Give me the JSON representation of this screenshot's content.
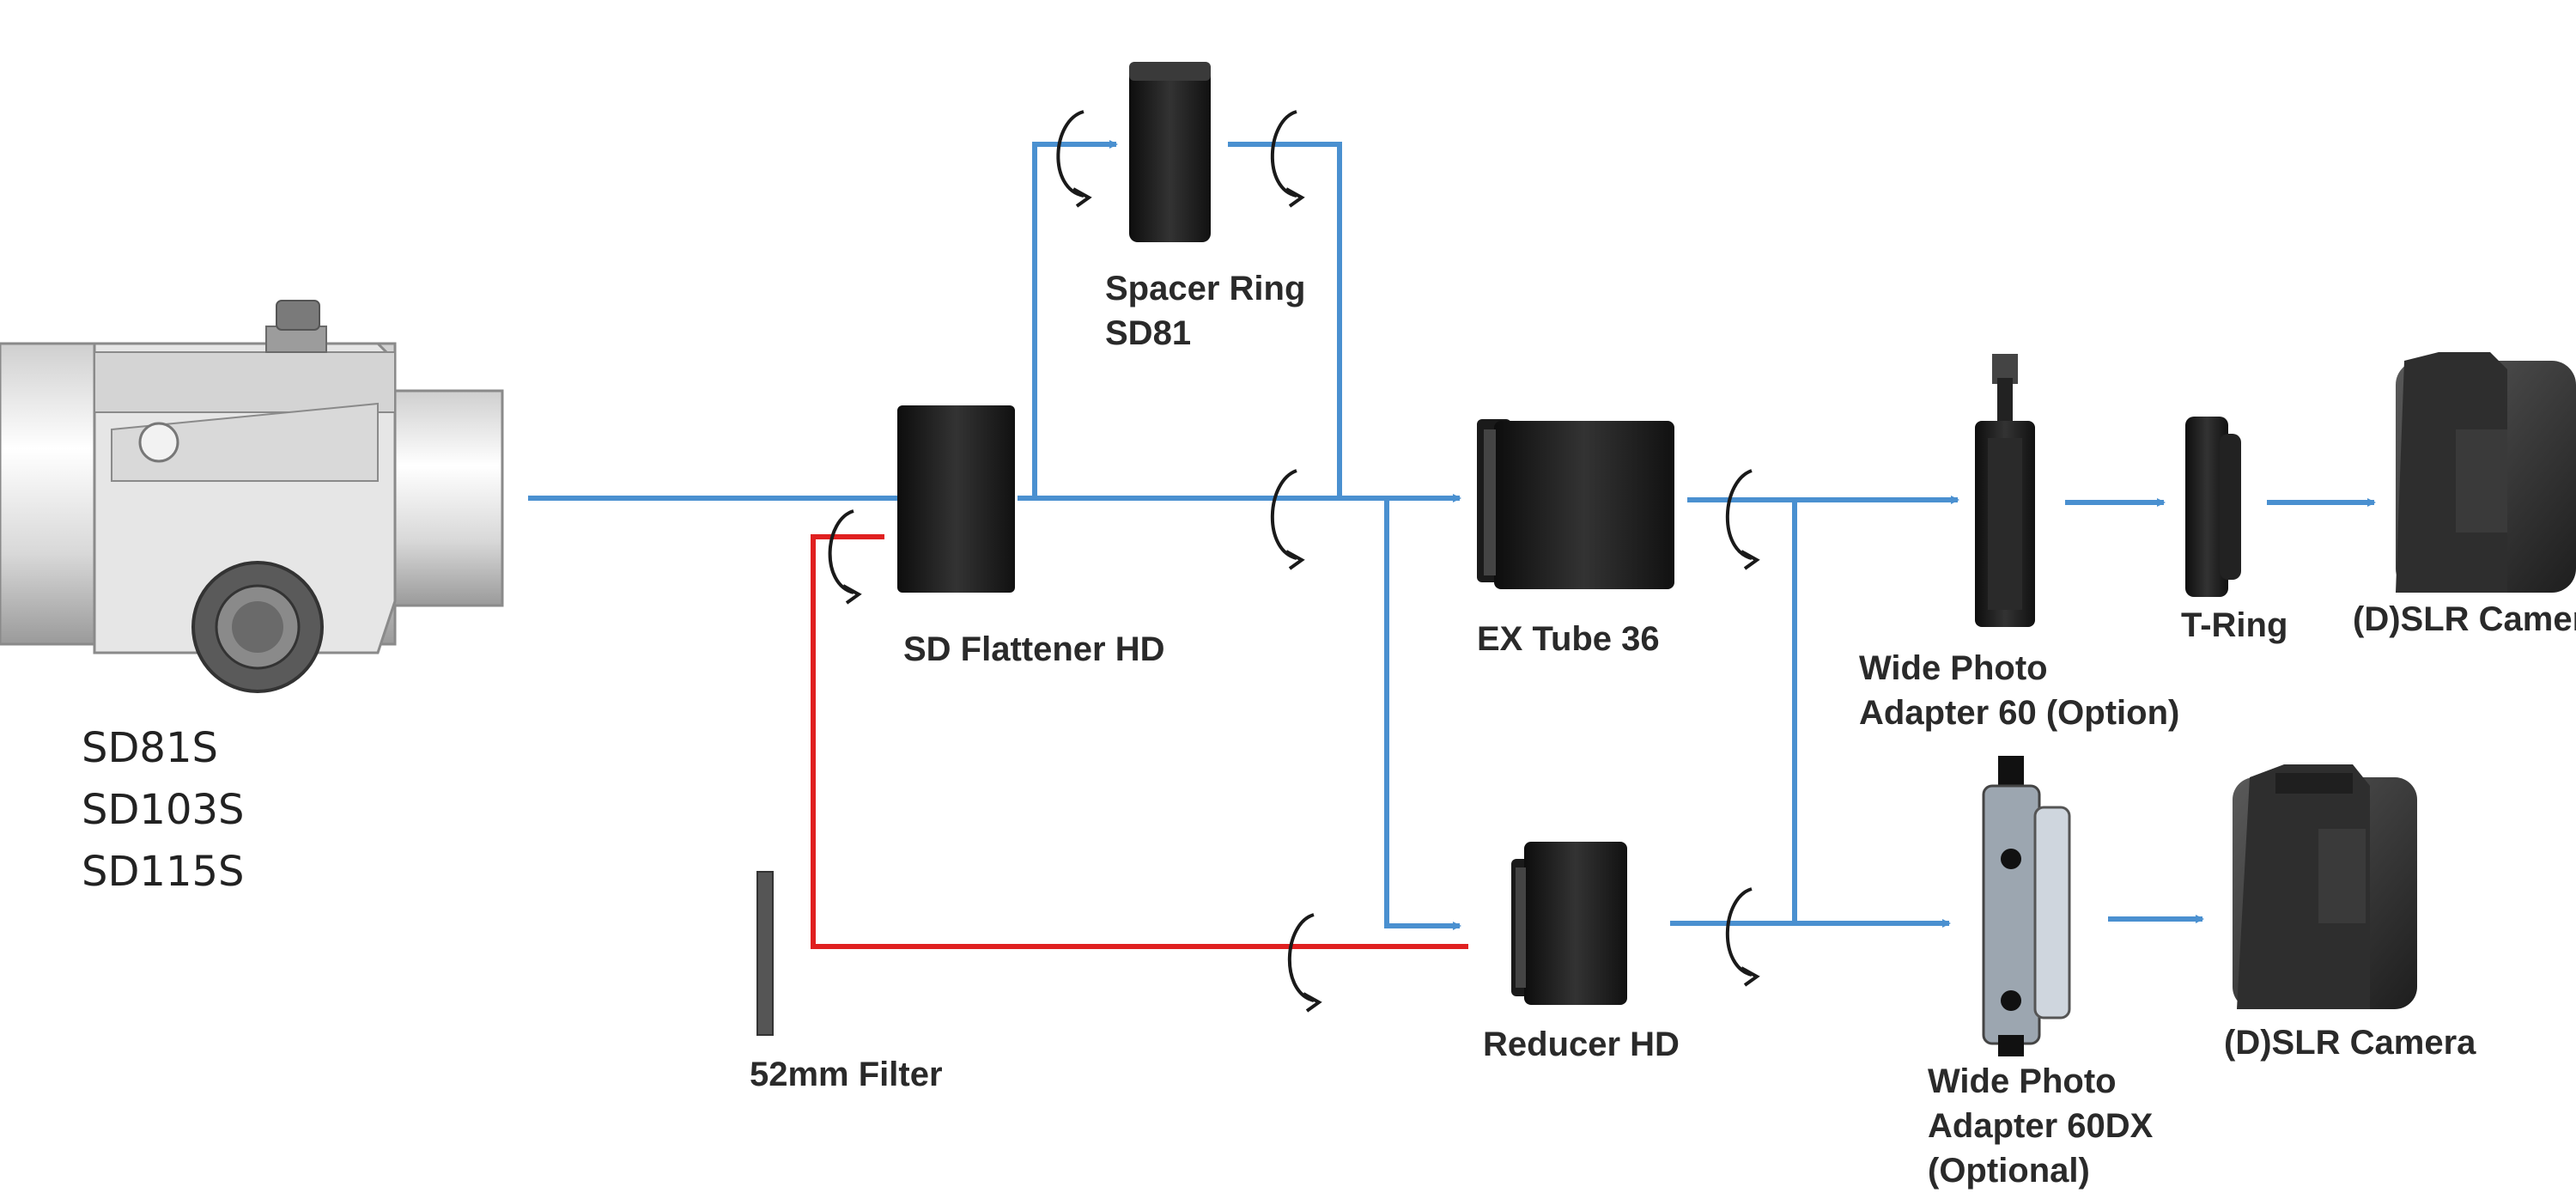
{
  "diagram": {
    "telescope_models": [
      "SD81S",
      "SD103S",
      "SD115S"
    ],
    "components": {
      "spacer_ring": {
        "line1": "Spacer Ring",
        "line2": "SD81"
      },
      "sd_flattener": "SD Flattener HD",
      "ex_tube": "EX Tube 36",
      "wide_photo_60": {
        "line1": "Wide Photo",
        "line2": "Adapter 60 (Option)"
      },
      "t_ring": "T-Ring",
      "dslr_top": "(D)SLR Camera",
      "reducer": "Reducer HD",
      "filter": "52mm Filter",
      "wide_photo_60dx": {
        "line1": "Wide Photo",
        "line2": "Adapter 60DX",
        "line3": "(Optional)"
      },
      "dslr_bottom": "(D)SLR Camera"
    },
    "colors": {
      "main_path": "#4a90d0",
      "filter_path": "#e02020",
      "part": "#1e1e1e",
      "background": "#ffffff"
    }
  }
}
